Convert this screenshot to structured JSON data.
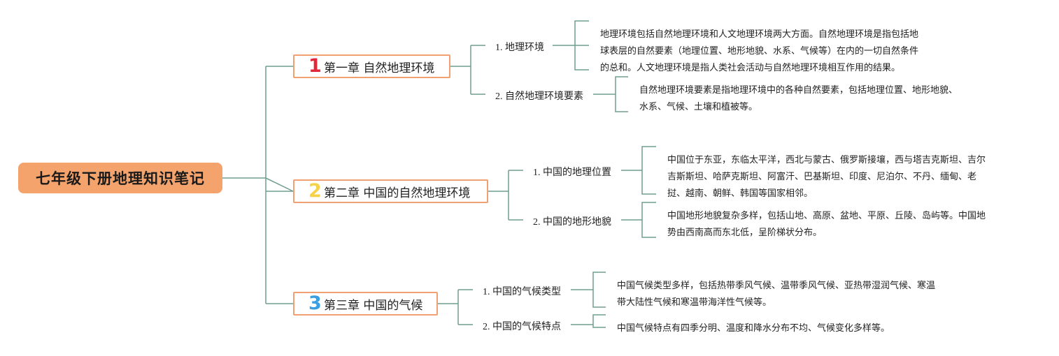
{
  "root": {
    "title": "七年级下册地理知识笔记"
  },
  "chapters": [
    {
      "num": "1",
      "num_color": "#e0293b",
      "title": "第一章 自然地理环境",
      "sections": [
        {
          "label": "1. 地理环境",
          "detail": [
            "地理环境包括自然地理环境和人文地理环境两大方面。自然地理环境是指包括地",
            "球表层的自然要素（地理位置、地形地貌、水系、气候等）在内的一切自然条件",
            "的总和。人文地理环境是指人类社会活动与自然地理环境相互作用的结果。"
          ]
        },
        {
          "label": "2. 自然地理环境要素",
          "detail": [
            "自然地理环境要素是指地理环境中的各种自然要素，包括地理位置、地形地貌、",
            "水系、气候、土壤和植被等。"
          ]
        }
      ]
    },
    {
      "num": "2",
      "num_color": "#f5d24a",
      "title": "第二章 中国的自然地理环境",
      "sections": [
        {
          "label": "1. 中国的地理位置",
          "detail": [
            "中国位于东亚，东临太平洋，西北与蒙古、俄罗斯接壤，西与塔吉克斯坦、吉尔",
            "吉斯斯坦、哈萨克斯坦、阿富汗、巴基斯坦、印度、尼泊尔、不丹、缅甸、老",
            "挝、越南、朝鲜、韩国等国家相邻。"
          ]
        },
        {
          "label": "2. 中国的地形地貌",
          "detail": [
            "中国地形地貌复杂多样，包括山地、高原、盆地、平原、丘陵、岛屿等。中国地",
            "势由西南高而东北低，呈阶梯状分布。"
          ]
        }
      ]
    },
    {
      "num": "3",
      "num_color": "#3a9fe0",
      "title": "第三章 中国的气候",
      "sections": [
        {
          "label": "1. 中国的气候类型",
          "detail": [
            "中国气候类型多样，包括热带季风气候、温带季风气候、亚热带湿润气候、寒温",
            "带大陆性气候和寒温带海洋性气候等。"
          ]
        },
        {
          "label": "2. 中国的气候特点",
          "detail": [
            "中国气候特点有四季分明、温度和降水分布不均、气候变化多样等。"
          ]
        }
      ]
    }
  ]
}
